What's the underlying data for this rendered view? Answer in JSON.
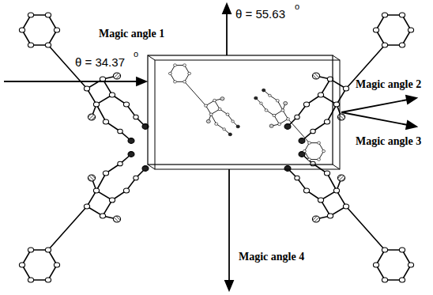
{
  "diagram": {
    "labels": [
      "θ = 55.63",
      "o",
      "Magic angle 1",
      "θ = 34.37",
      "o",
      "Magic angle 2",
      "Magic angle 3",
      "Magic angle 4"
    ]
  }
}
